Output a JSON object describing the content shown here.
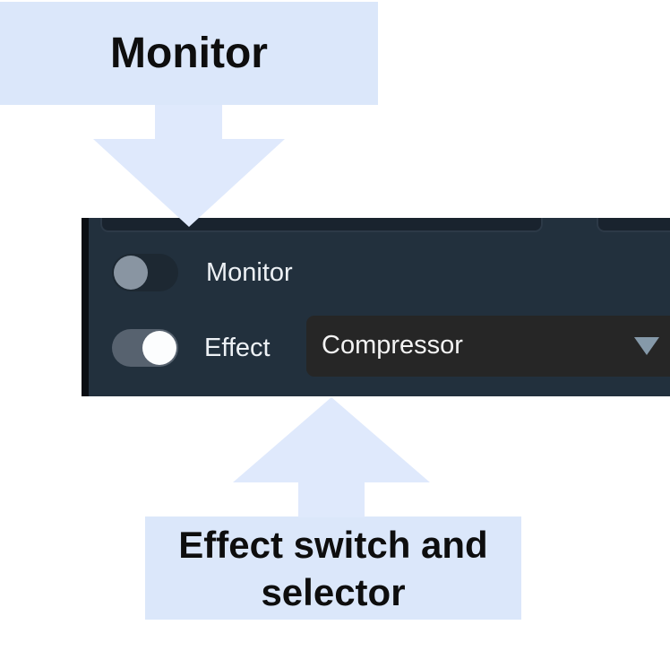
{
  "annotations": {
    "top": {
      "label": "Monitor"
    },
    "bottom": {
      "line1": "Effect switch and",
      "line2": "selector"
    }
  },
  "panel": {
    "monitor_toggle": {
      "label": "Monitor",
      "state": "off"
    },
    "effect_toggle": {
      "label": "Effect",
      "state": "on"
    },
    "effect_selector": {
      "value": "Compressor",
      "icon": "caret-down-icon"
    }
  },
  "colors": {
    "annotation_box": "#dbe7fa",
    "annotation_arrow": "#dfe9fc",
    "annotation_text": "#0e0e0e",
    "panel_background": "#22303d",
    "panel_left_edge": "#0a0e13",
    "panel_text": "#edf1f5",
    "toggle_off_track": "#1d2832",
    "toggle_off_knob": "#8995a2",
    "toggle_on_track": "#57626f",
    "toggle_on_knob": "#fcfdfe",
    "dropdown_background": "#262626",
    "dropdown_text": "#f3f3f3",
    "caret": "#8599a9",
    "truncated_control_fill": "#19232e",
    "truncated_control_border": "#2c3947"
  }
}
